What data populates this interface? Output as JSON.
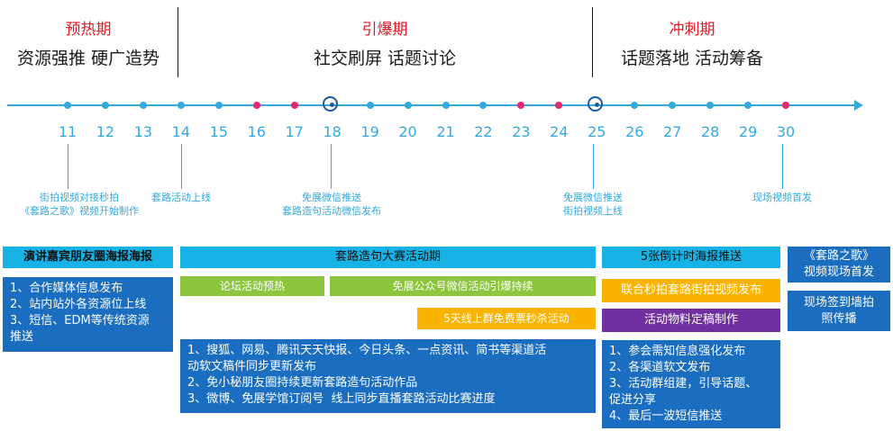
{
  "phases": [
    {
      "title": "预热期",
      "subtitle": "资源强推 硬广造势"
    },
    {
      "title": "引爆期",
      "subtitle": "社交刷屏 话题讨论"
    },
    {
      "title": "冲刺期",
      "subtitle": "话题落地 活动筹备"
    }
  ],
  "timeline": {
    "days": [
      "11",
      "12",
      "13",
      "14",
      "15",
      "16",
      "17",
      "18",
      "19",
      "20",
      "21",
      "22",
      "23",
      "24",
      "25",
      "26",
      "27",
      "28",
      "29",
      "30"
    ],
    "highlight_days_red": [
      "16",
      "17",
      "23",
      "24",
      "30"
    ],
    "milestone_days_ring": [
      "18",
      "25"
    ],
    "colors": {
      "axis": "#35a9dc",
      "red": "#e6286e",
      "ring": "#1a5aa0"
    }
  },
  "annotations": [
    {
      "lines": [
        "街拍视频对接秒拍",
        "《套路之歌》视频开始制作"
      ]
    },
    {
      "lines": [
        "套路活动上线"
      ]
    },
    {
      "lines": [
        "免展微信推送",
        "套路造句活动微信发布"
      ]
    },
    {
      "lines": [
        "免展微信推送",
        "街拍视频上线"
      ]
    },
    {
      "lines": [
        "现场视频首发"
      ]
    }
  ],
  "headers": {
    "preheat": "演讲嘉宾朋友圈海报海报",
    "contest": "套路造句大赛活动期",
    "countdown": "5张倒计时海报推送",
    "song": [
      "《套路之歌》",
      "视频现场首发"
    ]
  },
  "bars": {
    "forum": "论坛活动预热",
    "wechat": "免展公众号微信活动引爆持续",
    "tickets": "5天线上群免费票秒杀活动",
    "street": "联合秒拍套路街拍视频发布",
    "materials": "活动物料定稿制作",
    "checkin": [
      "现场签到墙拍",
      "照传播"
    ]
  },
  "lists": {
    "preheat": [
      "1、合作媒体信息发布",
      "2、站内站外各资源位上线",
      "3、短信、EDM等传统资源\n推送"
    ],
    "contest": [
      "1、搜狐、网易、腾讯天天快报、今日头条、一点资讯、简书等渠道活\n动软文稿件同步更新发布",
      "2、免小秘朋友圈持续更新套路造句活动作品",
      "3、微博、免展学馆订阅号  线上同步直播套路活动比赛进度"
    ],
    "sprint": [
      "1、参会需知信息强化发布",
      "2、各渠道软文发布",
      "3、活动群组建，引导话题、\n促进分享",
      "4、最后一波短信推送"
    ]
  },
  "colors": {
    "cyan": "#17b2e6",
    "green": "#8cc63f",
    "orange": "#f8b400",
    "purple": "#7030a0",
    "navy": "#1a6dbf",
    "red_title": "#e8161f"
  }
}
